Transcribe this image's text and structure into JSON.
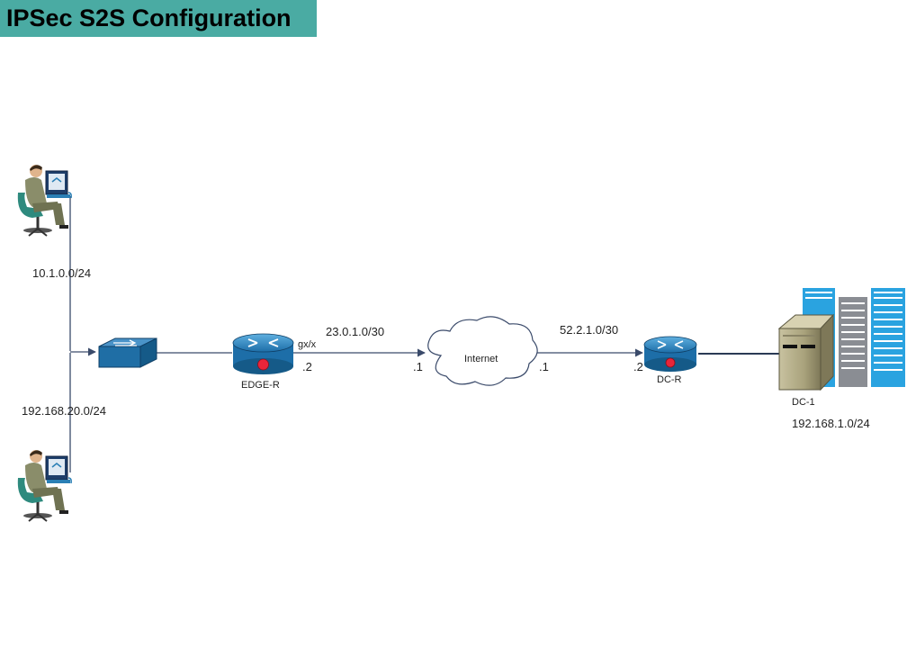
{
  "title": "IPSec S2S Configuration",
  "nodes": {
    "edge_router": "EDGE-R",
    "dc_router": "DC-R",
    "internet": "Internet",
    "server": "DC-1"
  },
  "subnets": {
    "user_lan_1": "10.1.0.0/24",
    "user_lan_2": "192.168.20.0/24",
    "wan_edge": "23.0.1.0/30",
    "wan_dc": "52.2.1.0/30",
    "dc_lan": "192.168.1.0/24"
  },
  "interfaces": {
    "edge_port": "gx/x",
    "edge_wan_ip": ".2",
    "internet_edge_side": ".1",
    "internet_dc_side": ".1",
    "dc_wan_ip": ".2"
  },
  "colors": {
    "title_bg": "#4aaba3",
    "router_body": "#2a7fb5",
    "router_indicator": "#e8253a",
    "switch_body": "#1f6ea5",
    "building_blue": "#2aa3e0",
    "building_gray": "#8a8d93"
  }
}
